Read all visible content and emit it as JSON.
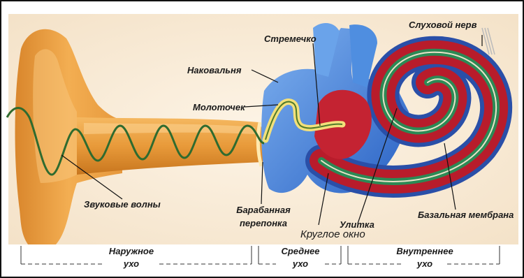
{
  "labels": {
    "stapes": "Стремечко",
    "auditory_nerve": "Слуховой нерв",
    "incus": "Наковальня",
    "malleus": "Молоточек",
    "sound_waves": "Звуковые волны",
    "eardrum_line1": "Барабанная",
    "eardrum_line2": "перепонка",
    "cochlea": "Улитка",
    "round_window": "Круглое окно",
    "basilar_membrane": "Базальная мембрана"
  },
  "sections": {
    "outer_line1": "Наружное",
    "outer_line2": "ухо",
    "middle_line1": "Среднее",
    "middle_line2": "ухо",
    "inner_line1": "Внутреннее",
    "inner_line2": "ухо"
  },
  "colors": {
    "ear_canal": "#e89a3a",
    "bone_blue": "#3f7fd6",
    "cochlea_red": "#b81c2b",
    "cochlea_green": "#2c8a55",
    "wave": "#2f6b2f",
    "background": "#fbf0e0"
  }
}
